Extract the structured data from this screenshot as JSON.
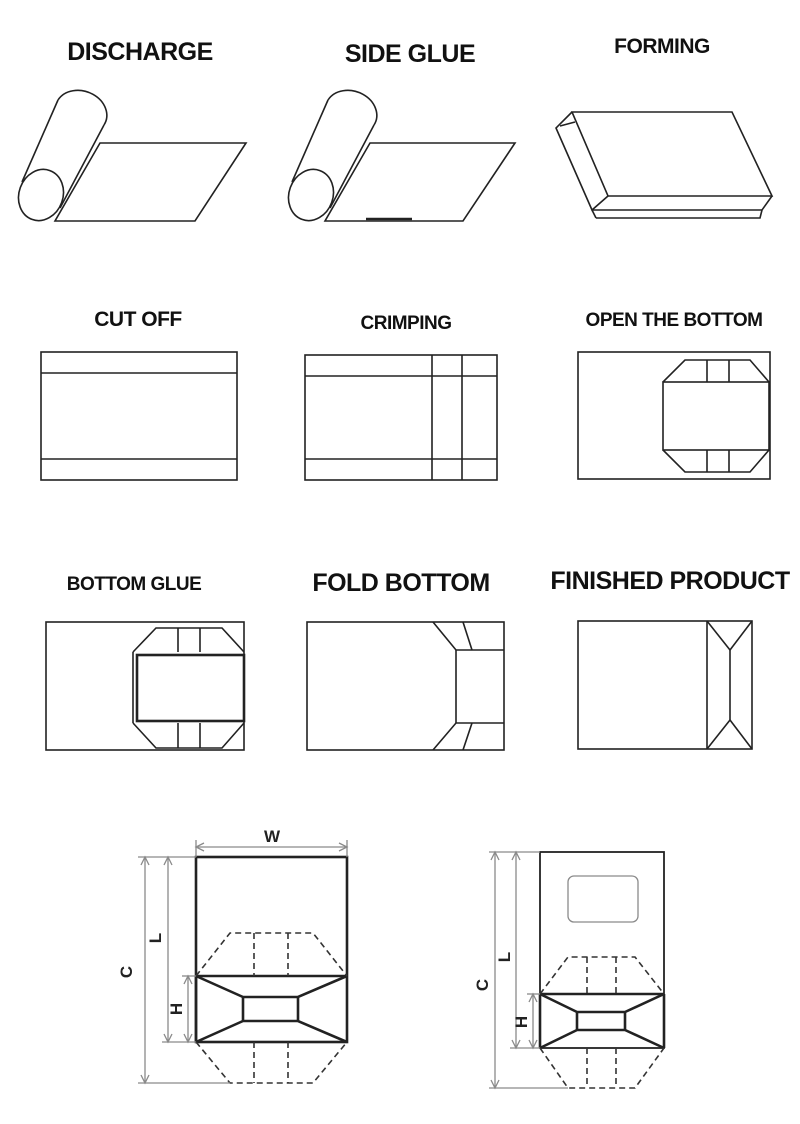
{
  "steps": [
    {
      "label": "DISCHARGE"
    },
    {
      "label": "SIDE GLUE"
    },
    {
      "label": "FORMING"
    },
    {
      "label": "CUT OFF"
    },
    {
      "label": "CRIMPING"
    },
    {
      "label": "OPEN THE BOTTOM"
    },
    {
      "label": "BOTTOM GLUE"
    },
    {
      "label": "FOLD BOTTOM"
    },
    {
      "label": "FINISHED PRODUCT"
    }
  ],
  "dimensions": {
    "width": "W",
    "total_length": "C",
    "length": "L",
    "bottom_height": "H"
  }
}
